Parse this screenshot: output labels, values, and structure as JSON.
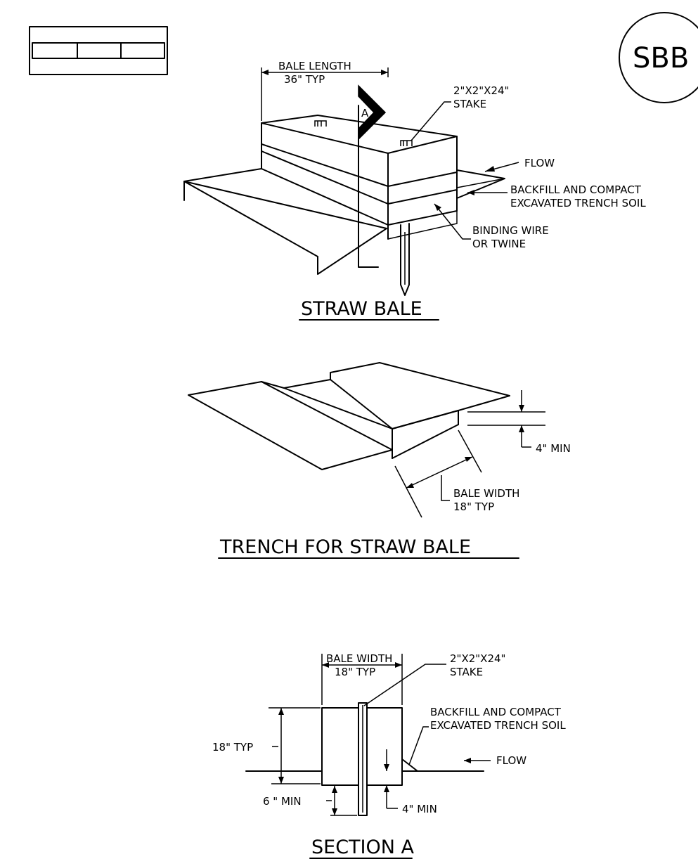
{
  "badge": {
    "code": "SBB"
  },
  "straw_bale": {
    "title": "STRAW BALE",
    "section_marker": "A",
    "bale_length_label": "BALE LENGTH",
    "bale_length_value": "36\" TYP",
    "stake_size": "2\"X2\"X24\"",
    "stake_label": "STAKE",
    "flow_label": "FLOW",
    "backfill_line1": "BACKFILL AND COMPACT",
    "backfill_line2": "EXCAVATED TRENCH SOIL",
    "binding_line1": "BINDING WIRE",
    "binding_line2": "OR TWINE"
  },
  "trench": {
    "title": "TRENCH FOR STRAW BALE",
    "depth_label": "4\" MIN",
    "width_label": "BALE WIDTH",
    "width_value": "18\" TYP"
  },
  "section_a": {
    "title": "SECTION A",
    "bale_width_label": "BALE WIDTH",
    "bale_width_value": "18\" TYP",
    "stake_size": "2\"X2\"X24\"",
    "stake_label": "STAKE",
    "backfill_line1": "BACKFILL AND COMPACT",
    "backfill_line2": "EXCAVATED TRENCH SOIL",
    "height_label": "18\" TYP",
    "flow_label": "FLOW",
    "embed_label": "6 \" MIN",
    "depth_label": "4\" MIN"
  }
}
